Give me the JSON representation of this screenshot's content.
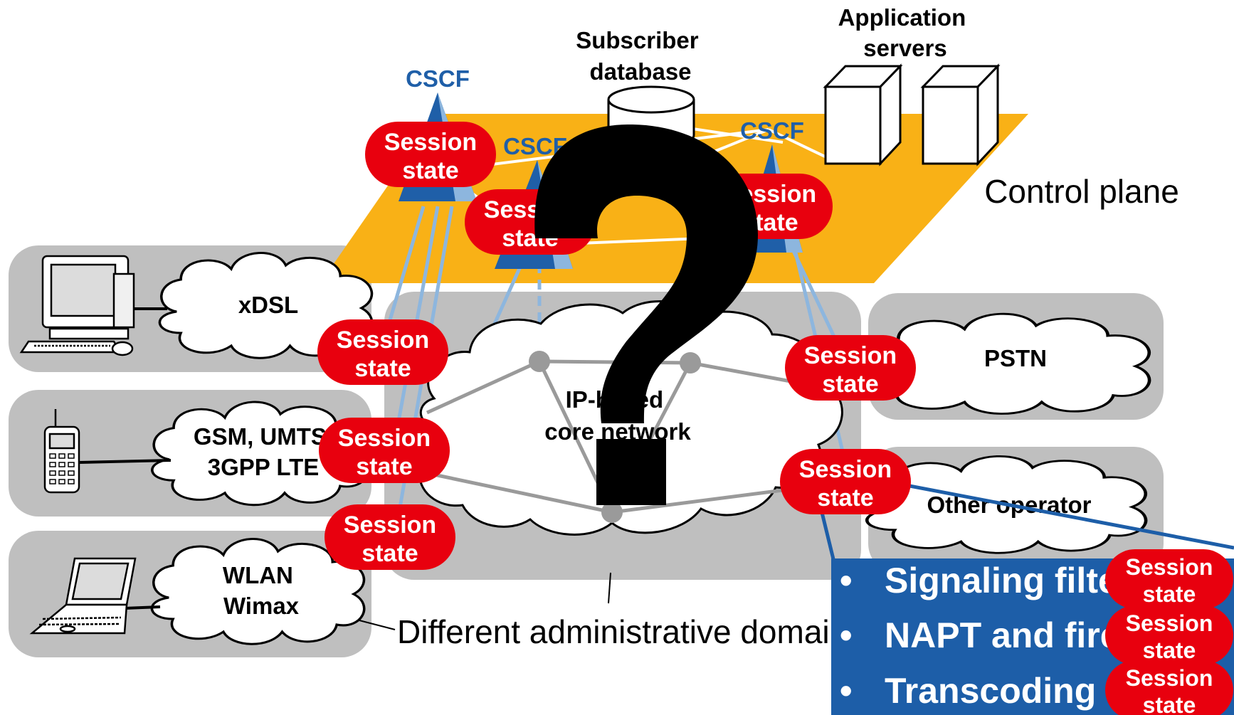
{
  "labels": {
    "subscriber_db": [
      "Subscriber",
      "database"
    ],
    "app_servers": [
      "Application",
      "servers"
    ],
    "control_plane": "Control plane",
    "cscf": "CSCF",
    "core_network": [
      "IP-based",
      "core network"
    ],
    "admin_domains": "Different administrative domains"
  },
  "access_networks": [
    {
      "id": "xdsl",
      "lines": [
        "xDSL"
      ]
    },
    {
      "id": "mobile",
      "lines": [
        "GSM, UMTS",
        "3GPP LTE"
      ]
    },
    {
      "id": "wlan",
      "lines": [
        "WLAN",
        "Wimax"
      ]
    }
  ],
  "peer_networks": [
    {
      "id": "pstn",
      "lines": [
        "PSTN"
      ]
    },
    {
      "id": "other",
      "lines": [
        "Other operator"
      ]
    }
  ],
  "session_state": [
    "Session",
    "state"
  ],
  "session_badges": [
    {
      "id": "cscf-1"
    },
    {
      "id": "cscf-2"
    },
    {
      "id": "cscf-3"
    },
    {
      "id": "edge-xdsl"
    },
    {
      "id": "edge-mobile"
    },
    {
      "id": "edge-wlan"
    },
    {
      "id": "edge-pstn"
    },
    {
      "id": "edge-other"
    },
    {
      "id": "callout-1"
    },
    {
      "id": "callout-2"
    },
    {
      "id": "callout-3"
    }
  ],
  "callout_items": [
    "Signaling filtering",
    "NAPT and firewall",
    "Transcoding"
  ],
  "overlay_symbol": "?",
  "colors": {
    "control_plane": "#F9B116",
    "domain_bg": "#BFBFBF",
    "cscf_blue": "#1F5FA8",
    "link_blue": "#8DB6DE",
    "link_gray": "#9A9A9A",
    "badge_red": "#E8000E",
    "callout_blue": "#1D5EA8"
  }
}
